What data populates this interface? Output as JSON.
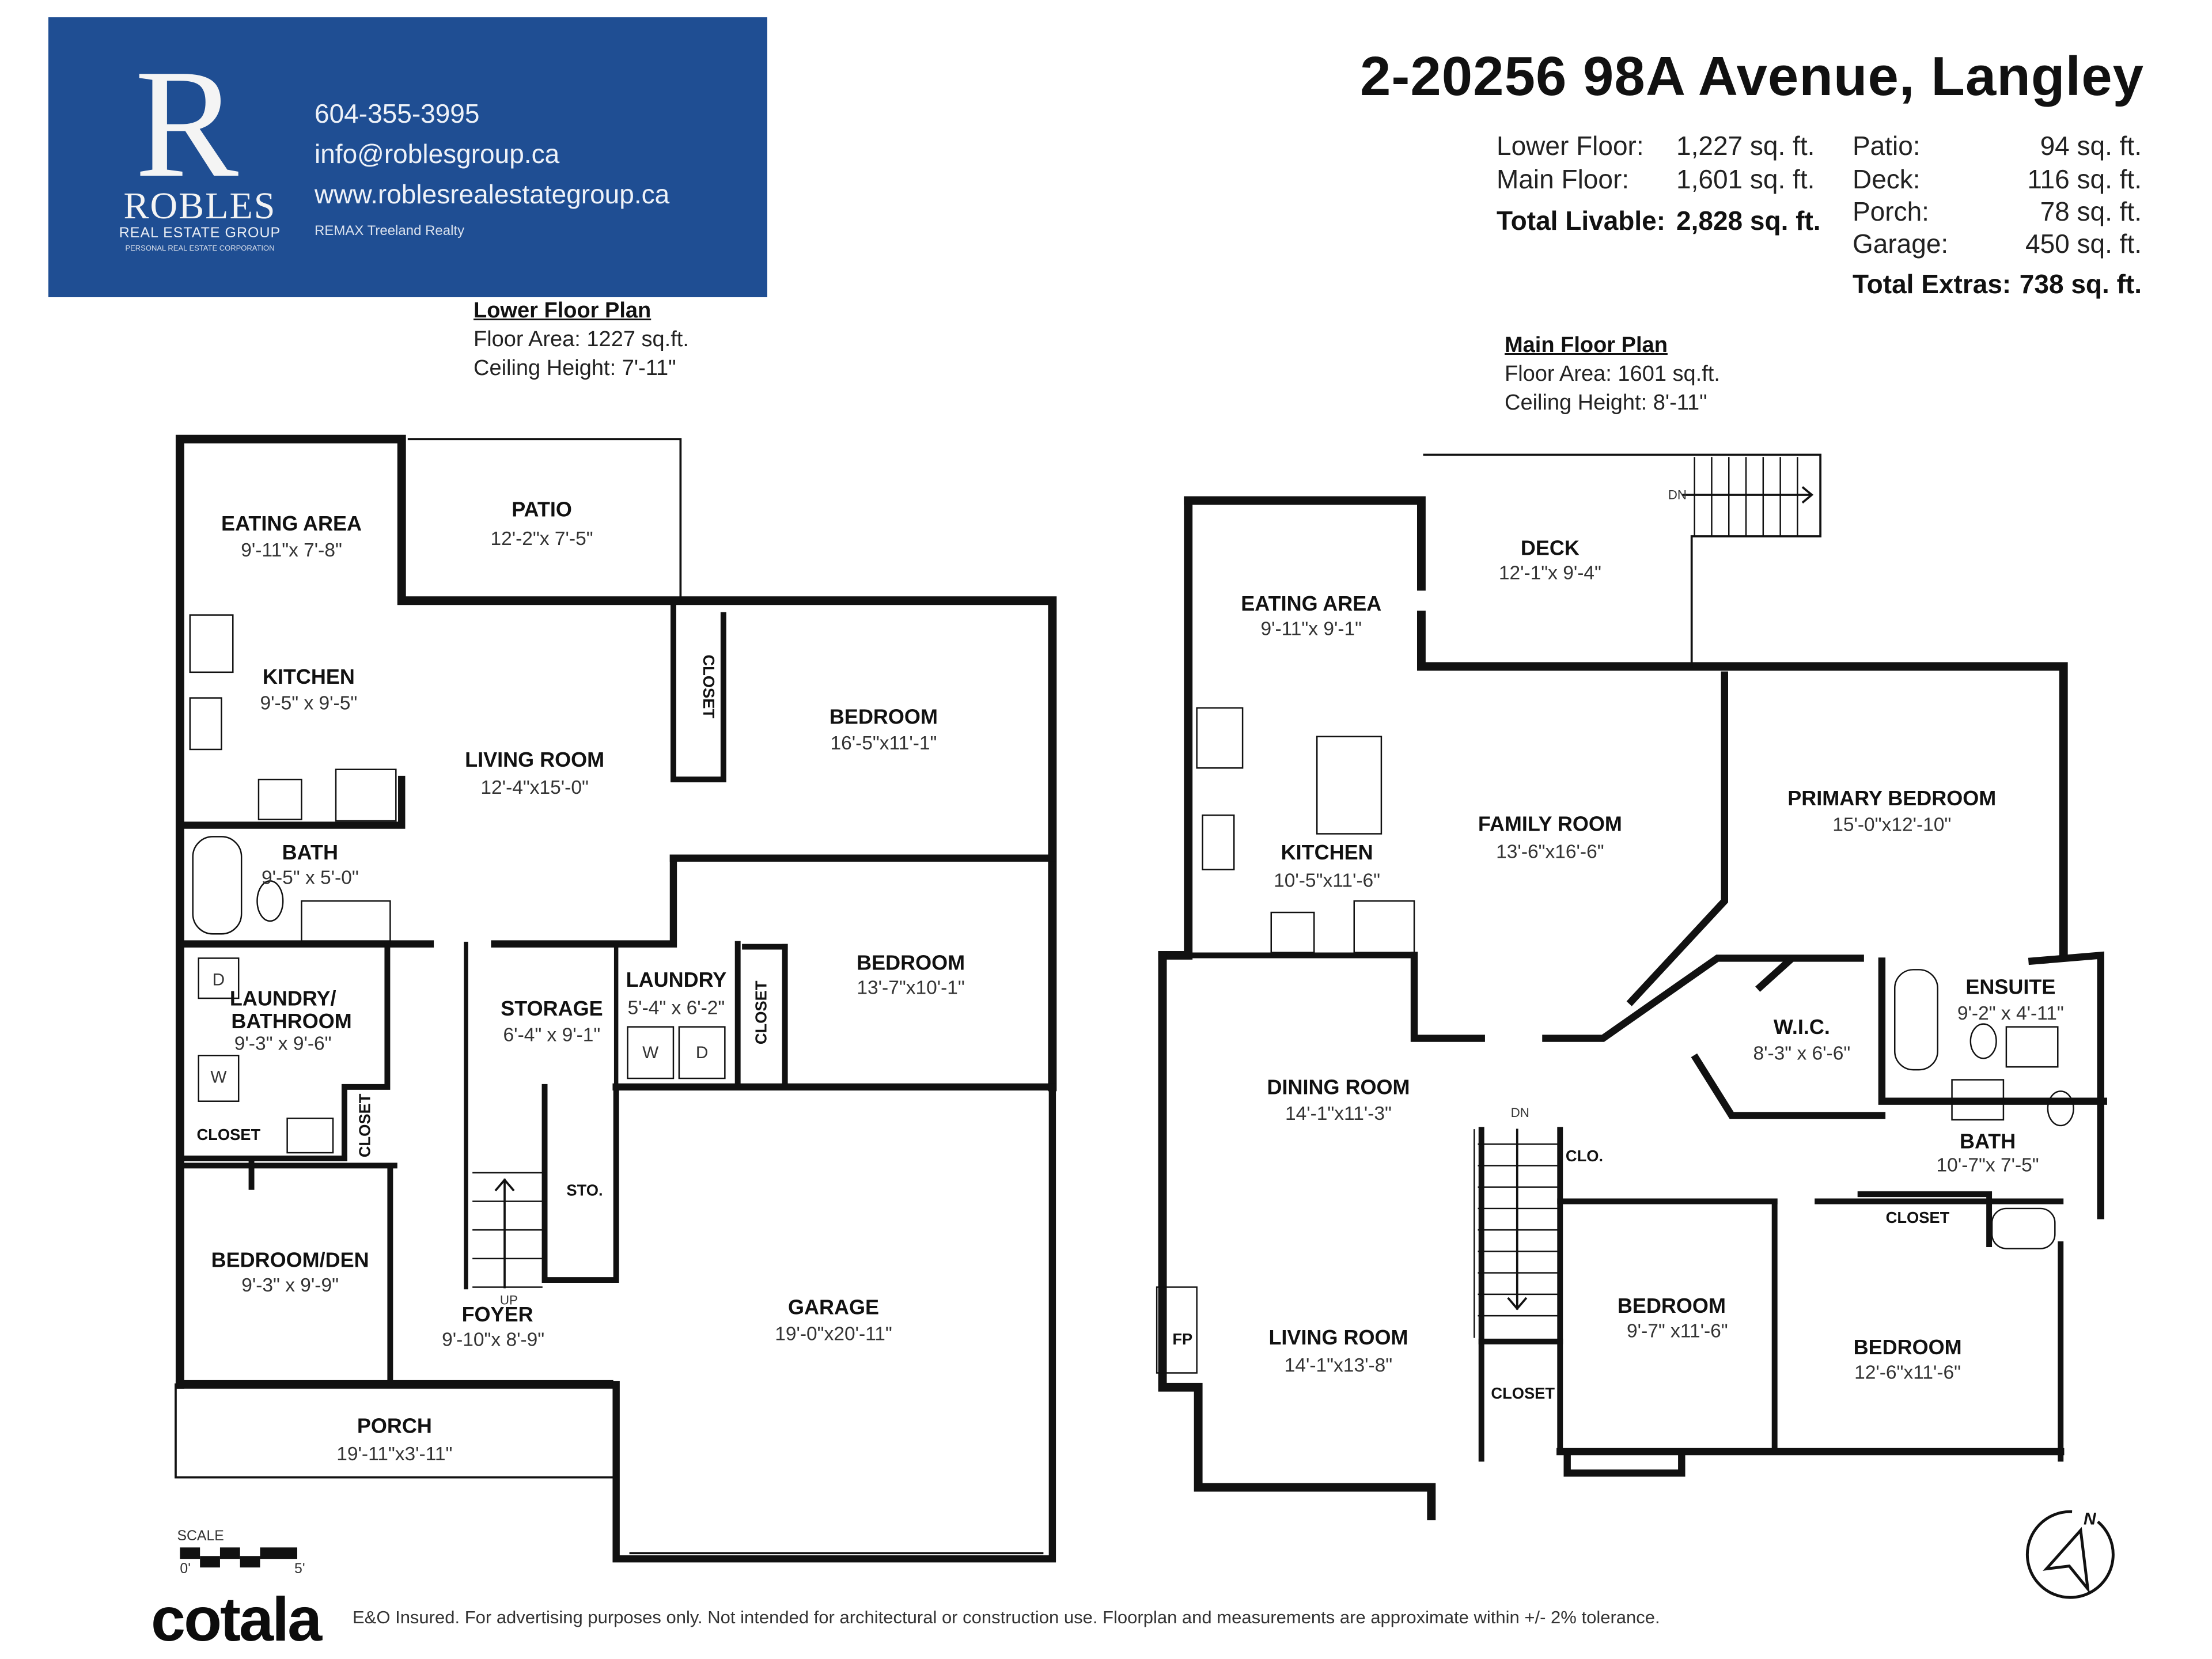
{
  "banner": {
    "logo_letter": "R",
    "brand_name": "ROBLES",
    "brand_sub": "REAL ESTATE GROUP",
    "brand_sub2": "PERSONAL REAL ESTATE CORPORATION",
    "phone": "604-355-3995",
    "email": "info@roblesgroup.ca",
    "website": "www.roblesrealestategroup.ca",
    "brokerage": "REMAX Treeland Realty",
    "color": "#1f4e93"
  },
  "header": {
    "address": "2-20256 98A Avenue, Langley",
    "livable": [
      {
        "label": "Lower Floor:",
        "value": "1,227 sq. ft."
      },
      {
        "label": "Main Floor:",
        "value": "1,601 sq. ft."
      }
    ],
    "total_livable": {
      "label": "Total Livable:",
      "value": "2,828 sq. ft."
    },
    "extras": [
      {
        "label": "Patio:",
        "value": "94 sq. ft."
      },
      {
        "label": "Deck:",
        "value": "116 sq. ft."
      },
      {
        "label": "Porch:",
        "value": "78 sq. ft."
      },
      {
        "label": "Garage:",
        "value": "450 sq. ft."
      }
    ],
    "total_extras": {
      "label": "Total Extras:",
      "value": "738 sq. ft."
    }
  },
  "lower_floor": {
    "title": "Lower Floor Plan",
    "area": "Floor Area: 1227 sq.ft.",
    "ceiling": "Ceiling Height: 7'-11\"",
    "rooms": {
      "eating_area": {
        "name": "EATING AREA",
        "dim": "9'-11\"x 7'-8\""
      },
      "patio": {
        "name": "PATIO",
        "dim": "12'-2\"x 7'-5\""
      },
      "kitchen": {
        "name": "KITCHEN",
        "dim": "9'-5\" x 9'-5\""
      },
      "living_room": {
        "name": "LIVING ROOM",
        "dim": "12'-4\"x15'-0\""
      },
      "bedroom_1": {
        "name": "BEDROOM",
        "dim": "16'-5\"x11'-1\""
      },
      "bath": {
        "name": "BATH",
        "dim": "9'-5\" x 5'-0\""
      },
      "bedroom_2": {
        "name": "BEDROOM",
        "dim": "13'-7\"x10'-1\""
      },
      "laundry_bath": {
        "name": "LAUNDRY/",
        "name2": "BATHROOM",
        "dim": "9'-3\" x 9'-6\""
      },
      "storage": {
        "name": "STORAGE",
        "dim": "6'-4\" x 9'-1\""
      },
      "laundry": {
        "name": "LAUNDRY",
        "dim": "5'-4\" x 6'-2\""
      },
      "bedroom_den": {
        "name": "BEDROOM/DEN",
        "dim": "9'-3\" x 9'-9\""
      },
      "foyer": {
        "name": "FOYER",
        "dim": "9'-10\"x 8'-9\""
      },
      "garage": {
        "name": "GARAGE",
        "dim": "19'-0\"x20'-11\""
      },
      "porch": {
        "name": "PORCH",
        "dim": "19'-11\"x3'-11\""
      }
    },
    "labels": {
      "closet": "CLOSET",
      "sto": "STO.",
      "up": "UP",
      "washer": "W",
      "dryer": "D"
    },
    "scale": {
      "label": "SCALE",
      "start": "0'",
      "end": "5'"
    }
  },
  "main_floor": {
    "title": "Main Floor Plan",
    "area": "Floor Area: 1601 sq.ft.",
    "ceiling": "Ceiling Height: 8'-11\"",
    "rooms": {
      "deck": {
        "name": "DECK",
        "dim": "12'-1\"x 9'-4\""
      },
      "eating_area": {
        "name": "EATING AREA",
        "dim": "9'-11\"x 9'-1\""
      },
      "kitchen": {
        "name": "KITCHEN",
        "dim": "10'-5\"x11'-6\""
      },
      "family_room": {
        "name": "FAMILY ROOM",
        "dim": "13'-6\"x16'-6\""
      },
      "primary_bedroom": {
        "name": "PRIMARY BEDROOM",
        "dim": "15'-0\"x12'-10\""
      },
      "wic": {
        "name": "W.I.C.",
        "dim": "8'-3\" x 6'-6\""
      },
      "ensuite": {
        "name": "ENSUITE",
        "dim": "9'-2\" x 4'-11\""
      },
      "dining_room": {
        "name": "DINING ROOM",
        "dim": "14'-1\"x11'-3\""
      },
      "bath": {
        "name": "BATH",
        "dim": "10'-7\"x 7'-5\""
      },
      "living_room": {
        "name": "LIVING ROOM",
        "dim": "14'-1\"x13'-8\""
      },
      "bedroom_1": {
        "name": "BEDROOM",
        "dim": "9'-7\" x11'-6\""
      },
      "bedroom_2": {
        "name": "BEDROOM",
        "dim": "12'-6\"x11'-6\""
      }
    },
    "labels": {
      "closet": "CLOSET",
      "clo": "CLO.",
      "dn": "DN",
      "fp": "FP",
      "north": "N"
    }
  },
  "footer": {
    "logo": "cotala",
    "disclaimer": "E&O Insured. For advertising purposes only. Not intended for architectural or construction use. Floorplan and measurements are approximate within +/- 2% tolerance."
  }
}
